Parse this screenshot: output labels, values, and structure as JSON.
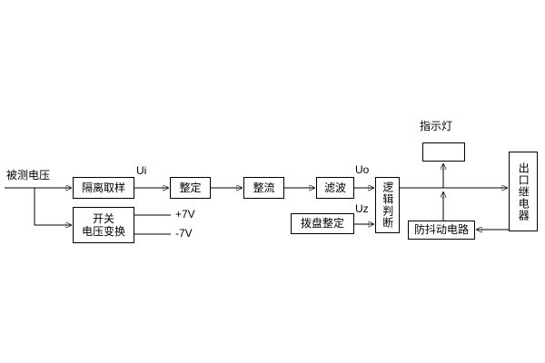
{
  "diagram": {
    "input_label": "被测电压",
    "blocks": {
      "isolation_sampling": "隔离取样",
      "setting": "整定",
      "rectifier": "整流",
      "filter": "滤波",
      "logic_judgment": "逻辑判断",
      "dial_setting": "拨盘整定",
      "switch_converter_line1": "开关",
      "switch_converter_line2": "电压变换",
      "anti_jitter": "防抖动电路",
      "output_relay": "出口继电器"
    },
    "signals": {
      "ui": "Ui",
      "uo": "Uo",
      "uz": "Uz",
      "plus_7v": "+7V",
      "minus_7v": "-7V"
    },
    "indicator_label": "指示灯",
    "colors": {
      "ink": "#000000",
      "background": "#ffffff"
    }
  }
}
